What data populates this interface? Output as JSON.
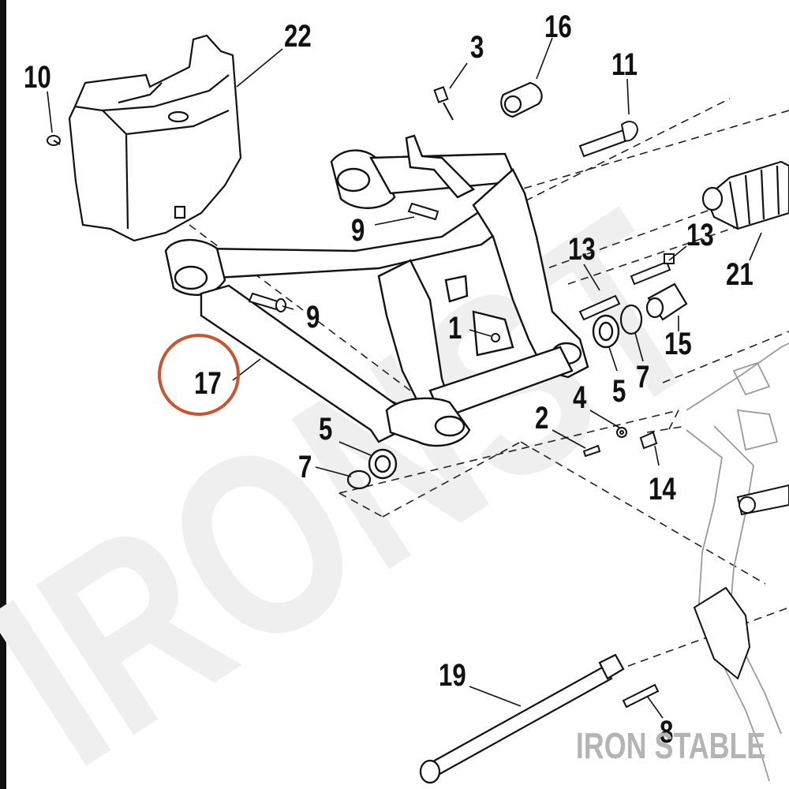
{
  "diagram": {
    "callouts": {
      "c1": "1",
      "c2": "2",
      "c3": "3",
      "c4": "4",
      "c5a": "5",
      "c5b": "5",
      "c7a": "7",
      "c7b": "7",
      "c8": "8",
      "c9a": "9",
      "c9b": "9",
      "c10": "10",
      "c11": "11",
      "c13a": "13",
      "c13b": "13",
      "c14": "14",
      "c15": "15",
      "c16": "16",
      "c17": "17",
      "c19": "19",
      "c21": "21",
      "c22": "22"
    },
    "highlighted_part": "17",
    "highlight_color": "#c8552d"
  },
  "watermark": {
    "large_text": "IRONST",
    "brand_text": "IRON STABLE"
  }
}
